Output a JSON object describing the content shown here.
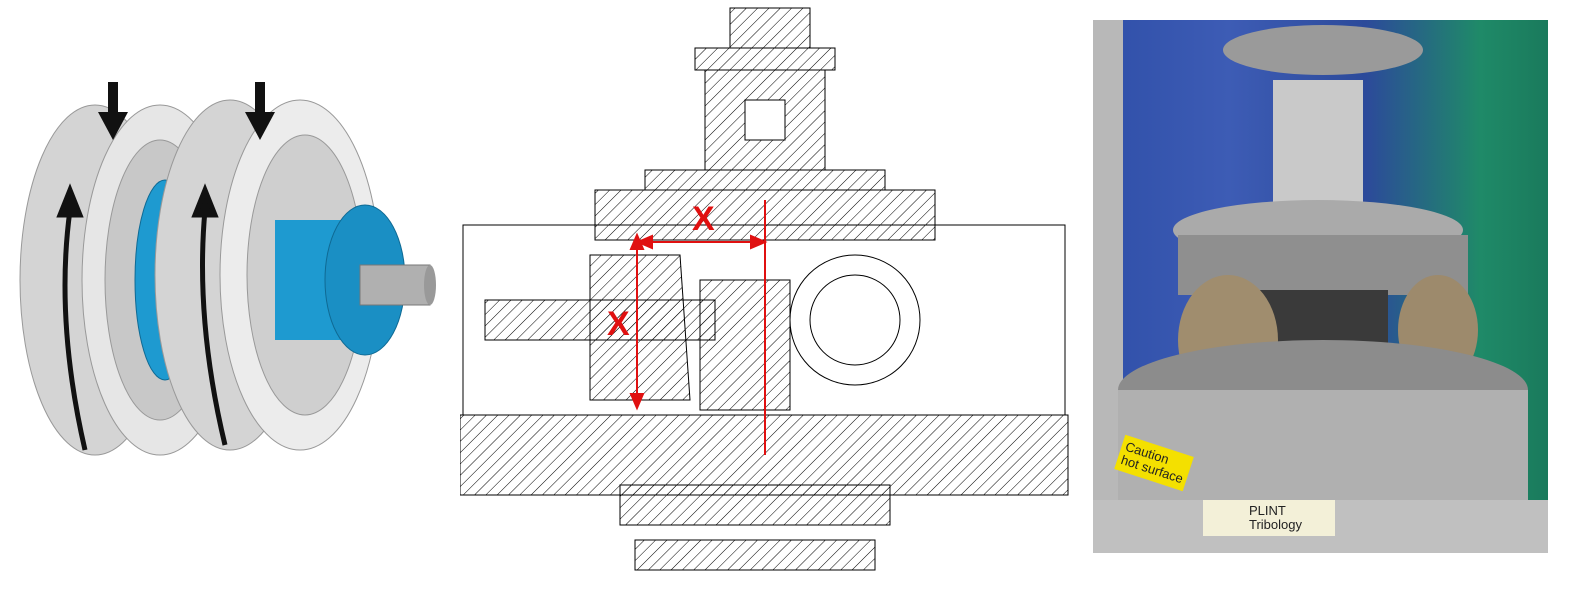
{
  "figure": {
    "panel_render": {
      "icons": [
        "load-arrow-icon",
        "rotation-arrow-icon"
      ],
      "colors": {
        "ring": "#d8d8d8",
        "hub": "#1e9ad0",
        "arrow": "#111111"
      }
    },
    "panel_section": {
      "dimension_label_top": "X",
      "dimension_label_left": "X",
      "colors": {
        "dimension": "#e01010",
        "hatch": "#000000"
      }
    },
    "panel_photo": {
      "caution_line1": "Caution",
      "caution_line2": "hot surface",
      "brand_line1": "PLINT",
      "brand_line2": "Tribology"
    }
  }
}
